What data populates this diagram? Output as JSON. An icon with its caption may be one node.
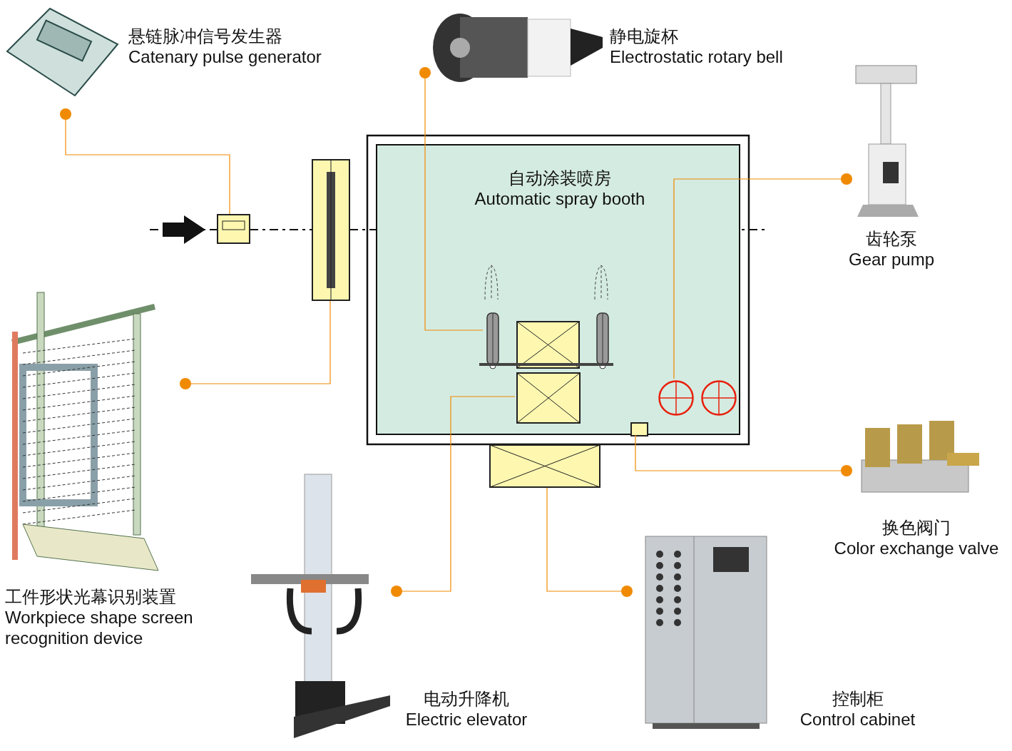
{
  "diagram": {
    "nodes": [
      {
        "text": [
          "悬链脉冲信号发生器",
          "Catenary pulse generator"
        ]
      },
      {
        "text": [
          "静电旋杯",
          "Electrostatic rotary bell"
        ]
      },
      {
        "text": [
          "齿轮泵",
          "Gear pump"
        ]
      },
      {
        "text": [
          "自动涂装喷房",
          "Automatic spray booth"
        ]
      },
      {
        "text": [],
        "shape": "box"
      },
      {
        "text": [],
        "shape": "box"
      },
      {
        "text": [],
        "shape": "picture",
        "in": 3
      },
      {
        "text": [],
        "shape": "picture",
        "in": 3
      },
      {
        "text": [],
        "shape": "box",
        "in": 3
      },
      {
        "text": [],
        "shape": "box",
        "in": 3
      },
      {
        "text": [],
        "shape": "circle",
        "in": 3
      },
      {
        "text": [],
        "shape": "circle",
        "in": 3
      },
      {
        "text": [],
        "shape": "box",
        "in": 3
      },
      {
        "text": [],
        "shape": "box"
      },
      {
        "text": [
          "工件形状光幕识别装置",
          "Workpiece shape screen recognition device"
        ]
      },
      {
        "text": [
          "换色阀门",
          "Color exchange valve"
        ]
      },
      {
        "text": [
          "电动升降机",
          "Electric elevator"
        ]
      },
      {
        "text": [
          "控制柜",
          "Control cabinet"
        ]
      }
    ],
    "edges": [
      {
        "from": 0,
        "to": 4,
        "arrow": "other"
      },
      {
        "from": 1,
        "to": 6,
        "arrow": "other"
      },
      {
        "from": 2,
        "to": 10,
        "arrow": "other"
      },
      {
        "from": 14,
        "to": 5,
        "arrow": "other"
      },
      {
        "from": 15,
        "to": 12,
        "arrow": "other"
      },
      {
        "from": 16,
        "to": 9,
        "arrow": "other"
      },
      {
        "from": 17,
        "to": 13,
        "arrow": "other"
      }
    ]
  }
}
